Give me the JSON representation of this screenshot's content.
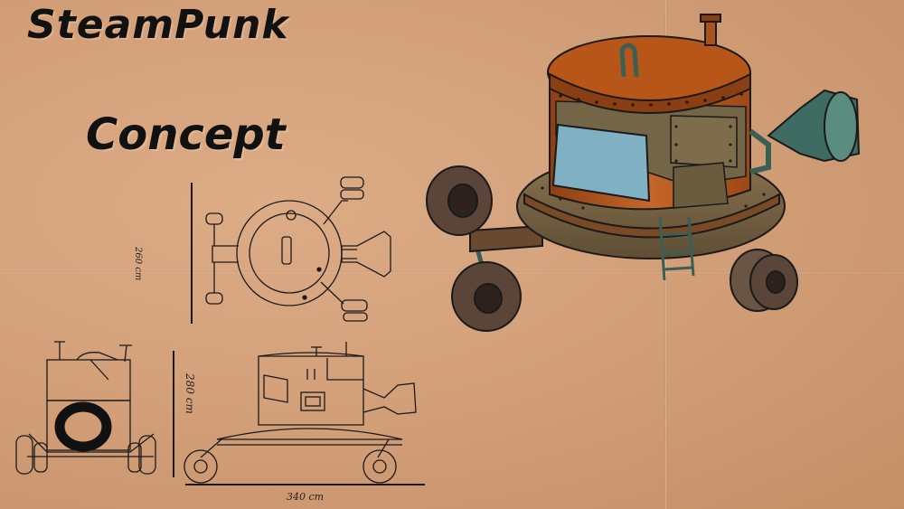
{
  "title_line1": "SteamPunk",
  "title_line2": "Concept",
  "dimensions": {
    "top_view": "260 cm",
    "side_height": "280 cm",
    "side_length": "340 cm"
  },
  "colors": {
    "paper": "#d3a07a",
    "copper": "#b85a1e",
    "olive_plate": "#6f6245",
    "glass": "#7fb0c4",
    "wheel": "#4a3a30",
    "nozzle": "#3e6b62",
    "ink": "#1a1a1a"
  }
}
